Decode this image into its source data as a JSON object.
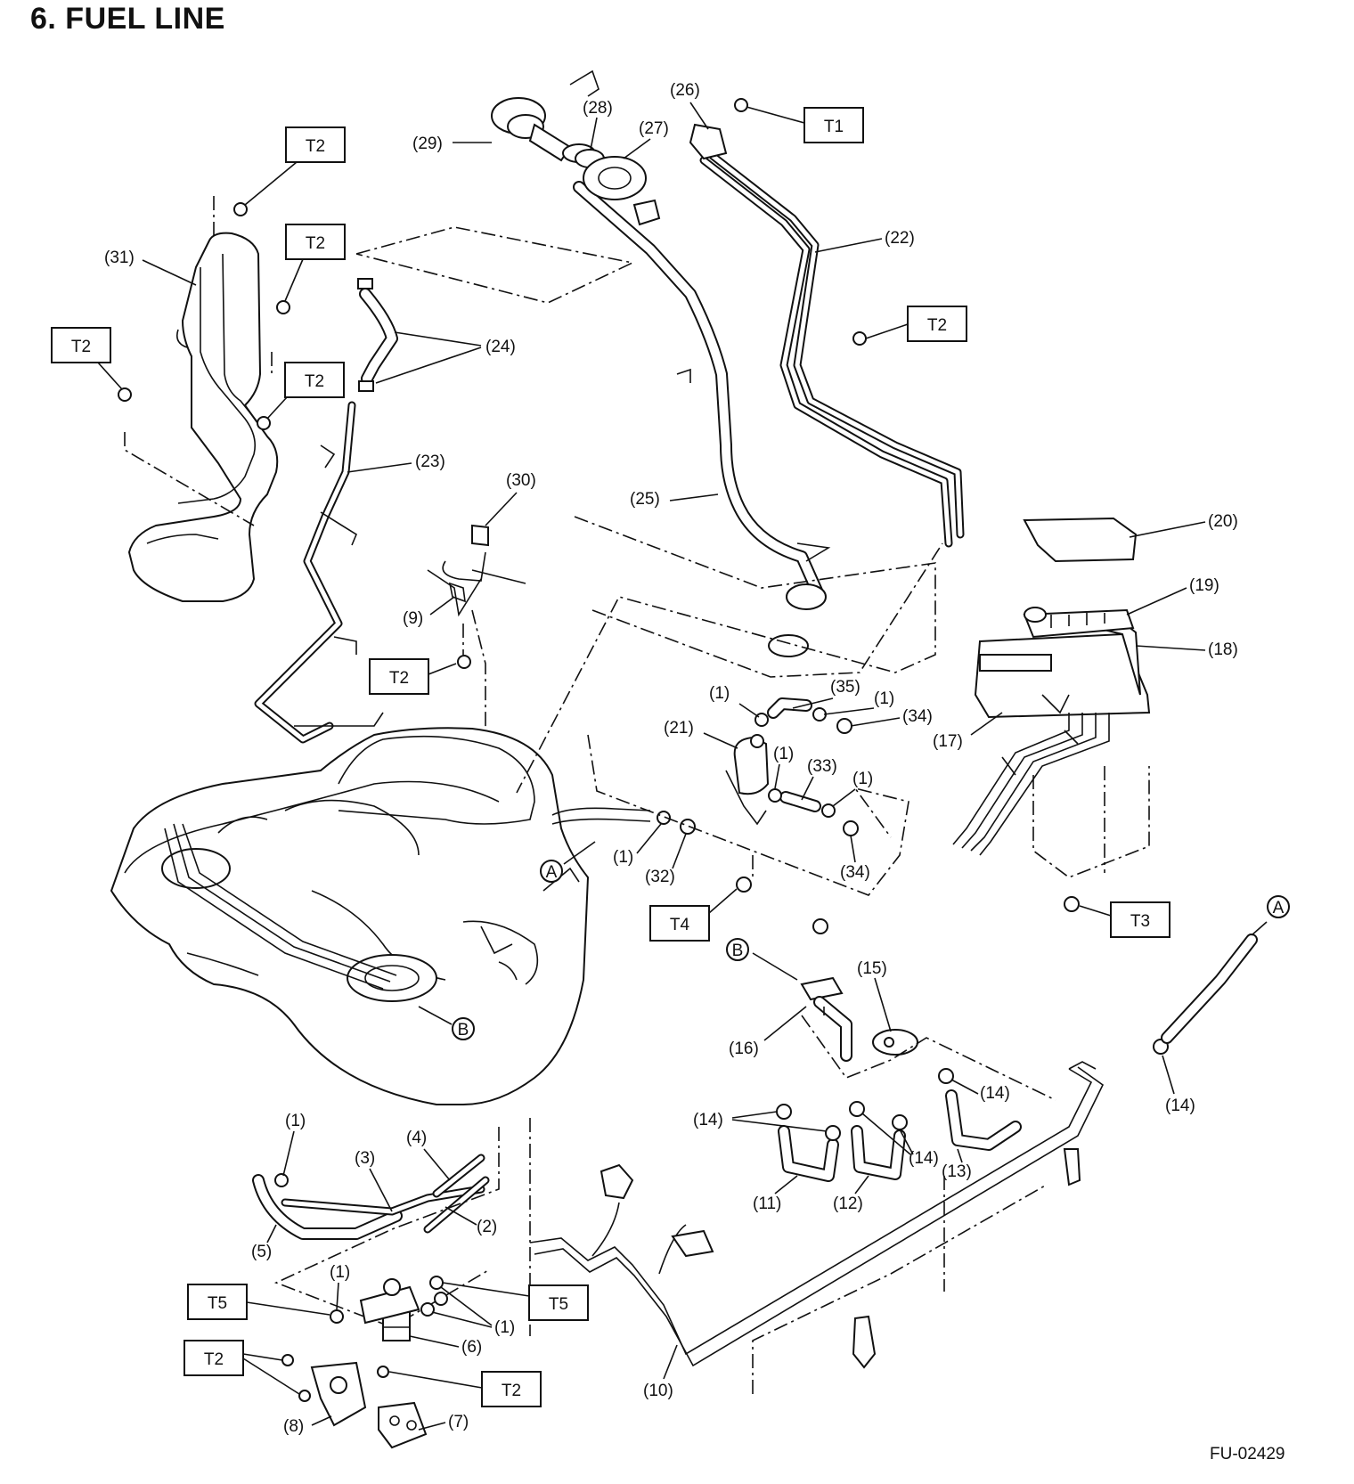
{
  "title": "6.  FUEL LINE",
  "figure_id": "FU-02429",
  "part_labels": [
    "(1)",
    "(2)",
    "(3)",
    "(4)",
    "(5)",
    "(6)",
    "(7)",
    "(8)",
    "(9)",
    "(10)",
    "(11)",
    "(12)",
    "(13)",
    "(14)",
    "(15)",
    "(16)",
    "(17)",
    "(18)",
    "(19)",
    "(20)",
    "(21)",
    "(22)",
    "(23)",
    "(24)",
    "(25)",
    "(26)",
    "(27)",
    "(28)",
    "(29)",
    "(30)",
    "(31)",
    "(32)",
    "(33)",
    "(34)",
    "(35)"
  ],
  "torque_labels": [
    "T1",
    "T2",
    "T3",
    "T4",
    "T5"
  ],
  "reference_marks": [
    "A",
    "B"
  ]
}
